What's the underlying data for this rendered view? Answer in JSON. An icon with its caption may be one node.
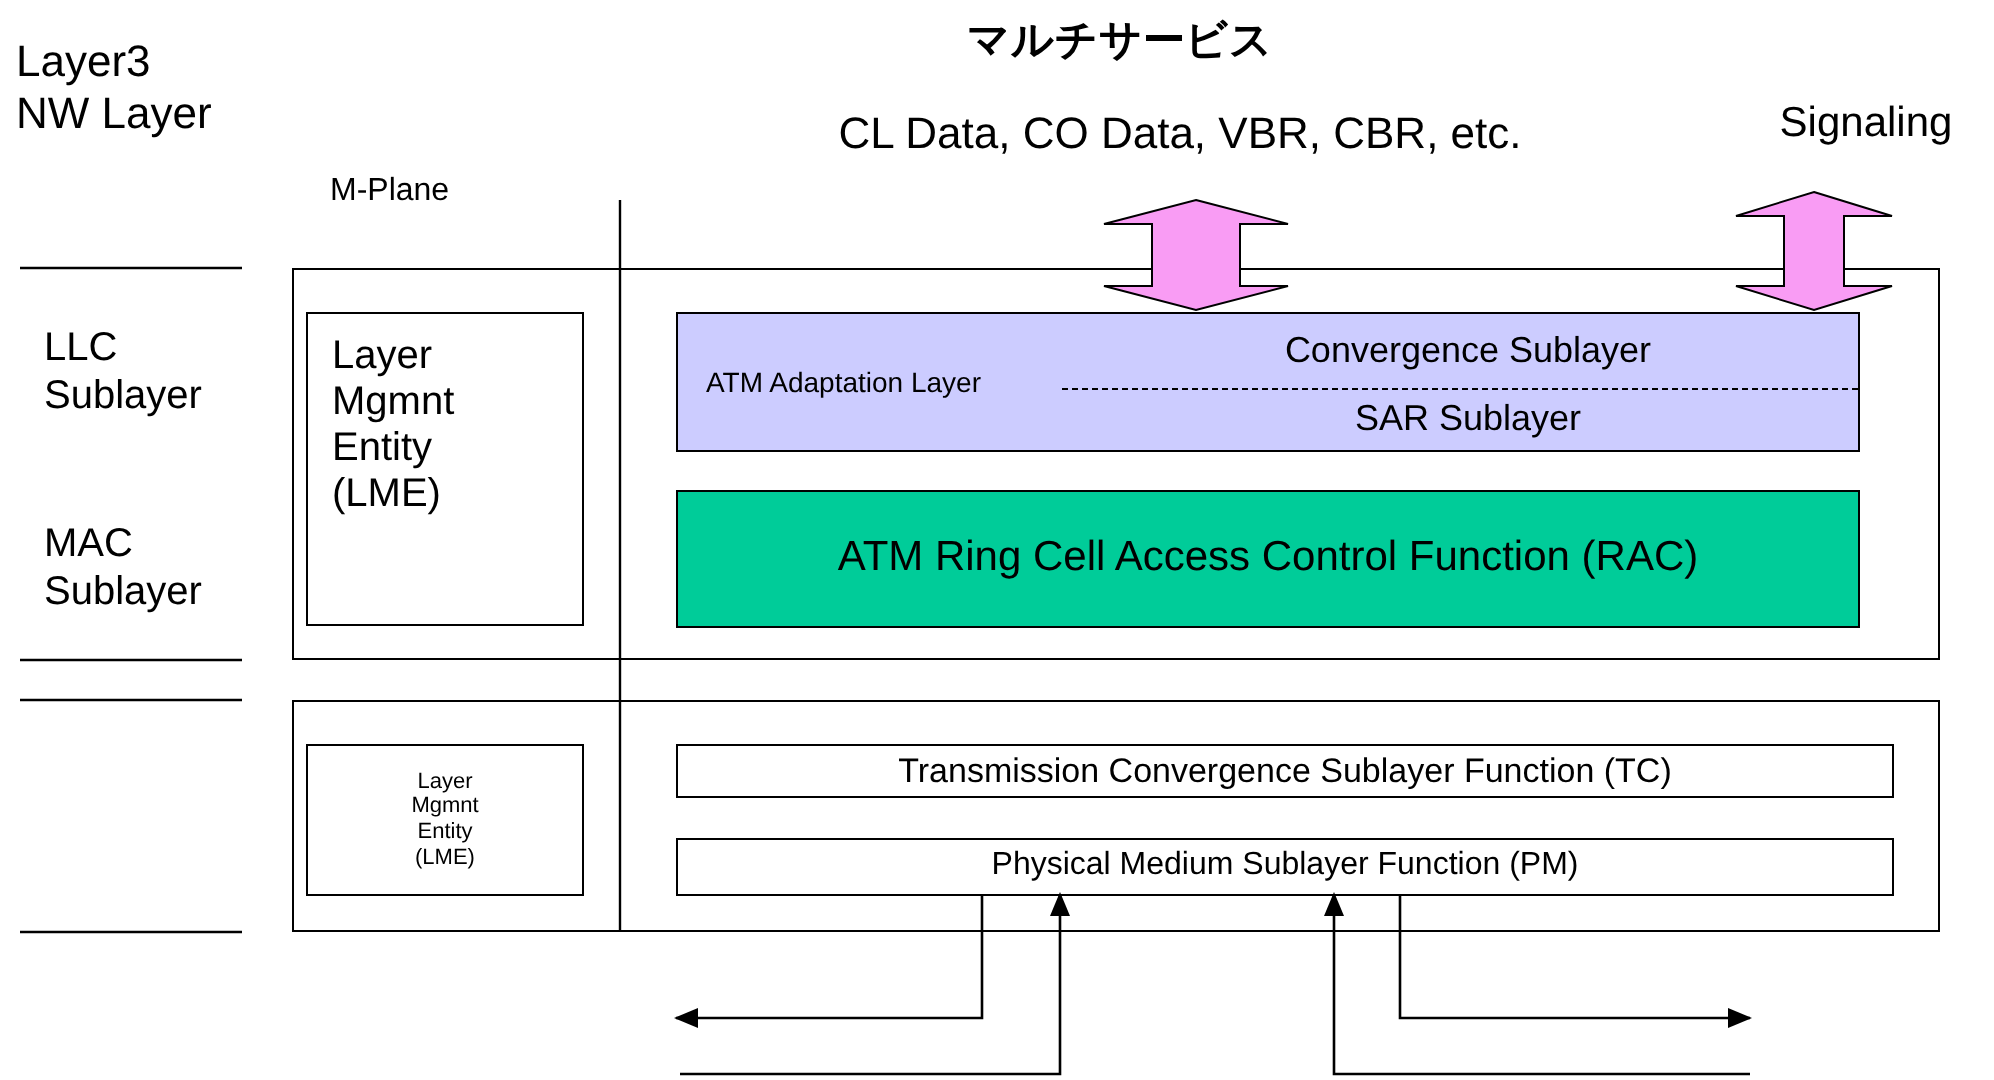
{
  "diagram": {
    "title": "マルチサービス",
    "nodes": [
      {
        "text": [],
        "shape": "box"
      },
      {
        "text": [
          "Layer Mgmnt Entity (LME)"
        ],
        "in": 0
      },
      {
        "text": [
          "ATM Adaptation Layer",
          "Convergence Sublayer",
          "SAR Sublayer"
        ],
        "in": 0
      },
      {
        "text": [
          "ATM Ring Cell Access Control Function (RAC)"
        ],
        "in": 0
      },
      {
        "text": [],
        "shape": "box"
      },
      {
        "text": [
          "Layer Mgmnt Entity (LME)"
        ],
        "in": 4
      },
      {
        "text": [
          "Transmission Convergence Sublayer Function (TC)"
        ],
        "in": 4
      },
      {
        "text": [
          "Physical Medium Sublayer Function (PM)"
        ],
        "in": 4
      },
      {
        "text": [
          "CL Data, CO Data, VBR, CBR, etc."
        ]
      },
      {
        "text": [
          "Signaling"
        ]
      }
    ],
    "edges": [
      {
        "from": 8,
        "to": 2,
        "arrow": "both",
        "style": "thick",
        "color": "#f99cf4"
      },
      {
        "from": 9,
        "to": 2,
        "arrow": "both",
        "style": "thick",
        "color": "#f99cf4"
      },
      {
        "from": 7,
        "to": null,
        "arrow": "to"
      },
      {
        "from": null,
        "to": 7,
        "arrow": "to"
      },
      {
        "from": null,
        "to": 7,
        "arrow": "to"
      },
      {
        "from": 7,
        "to": null,
        "arrow": "to"
      }
    ],
    "labels": [
      "Layer3 NW Layer",
      "M-Plane",
      "LLC Sublayer",
      "MAC Sublayer"
    ]
  }
}
